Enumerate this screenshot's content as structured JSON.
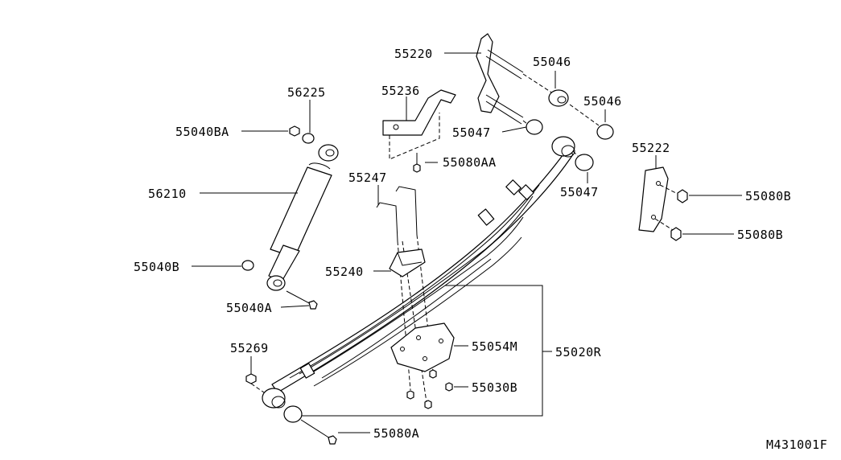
{
  "diagram_id": "M431001F",
  "parts": {
    "p55220": "55220",
    "p55046a": "55046",
    "p55046b": "55046",
    "p56225": "56225",
    "p55236": "55236",
    "p55040ba": "55040BA",
    "p55047a": "55047",
    "p55080aa": "55080AA",
    "p55222": "55222",
    "p56210": "56210",
    "p55247": "55247",
    "p55047b": "55047",
    "p55080b1": "55080B",
    "p55080b2": "55080B",
    "p55040b": "55040B",
    "p55240": "55240",
    "p55040a": "55040A",
    "p55269": "55269",
    "p55054m": "55054M",
    "p55020r": "55020R",
    "p55030b": "55030B",
    "p55080a": "55080A"
  }
}
